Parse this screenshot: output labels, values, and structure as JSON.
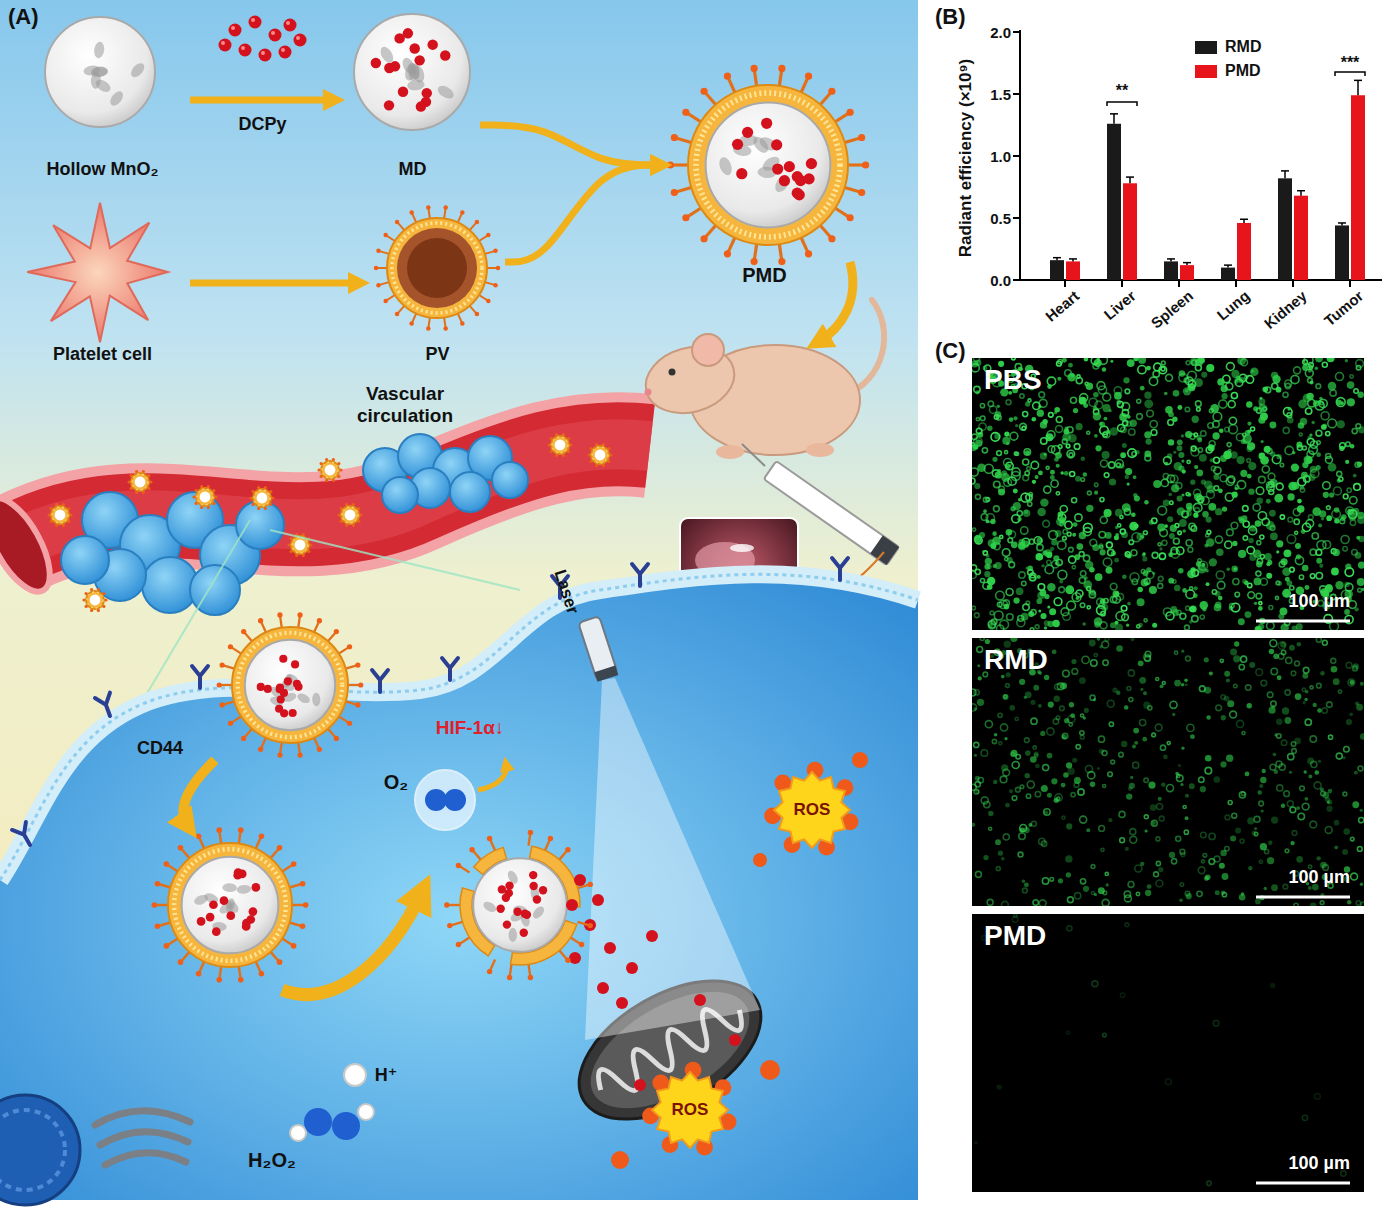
{
  "diagram": {
    "nodes": [
      {
        "text": [
          "Hollow MnO₂"
        ]
      },
      {
        "text": [
          "MD"
        ]
      },
      {
        "text": [
          "Platelet cell"
        ]
      },
      {
        "text": [
          "PV"
        ]
      },
      {
        "text": [
          "PMD"
        ]
      },
      {
        "text": [
          "PBS",
          "100 µm"
        ]
      },
      {
        "text": [
          "RMD",
          "100 µm"
        ]
      },
      {
        "text": [
          "PMD",
          "100 µm"
        ]
      }
    ],
    "edges": [
      {
        "from": 0,
        "to": 1,
        "label": "DCPy",
        "arrow": "to"
      },
      {
        "from": 2,
        "to": 3,
        "arrow": "to"
      },
      {
        "from": 1,
        "to": 4,
        "arrow": "to"
      },
      {
        "from": 3,
        "to": 4,
        "arrow": "to"
      }
    ],
    "labels": [
      "(A)",
      "Vascular circulation",
      "Laser",
      "CD44",
      "HIF-1α↓",
      "O₂",
      "H⁺",
      "H₂O₂",
      "ROS",
      "ROS",
      "(B)",
      "Radiant efficiency (×10⁹)",
      "0.0",
      "0.5",
      "1.0",
      "1.5",
      "2.0",
      "Heart",
      "Liver",
      "Spleen",
      "Lung",
      "Kidney",
      "Tumor",
      "**",
      "***",
      "(C)"
    ],
    "legend": [
      {
        "text": "RMD",
        "color": "#1a1a1a"
      },
      {
        "text": "PMD",
        "color": "#e8141b"
      }
    ]
  }
}
